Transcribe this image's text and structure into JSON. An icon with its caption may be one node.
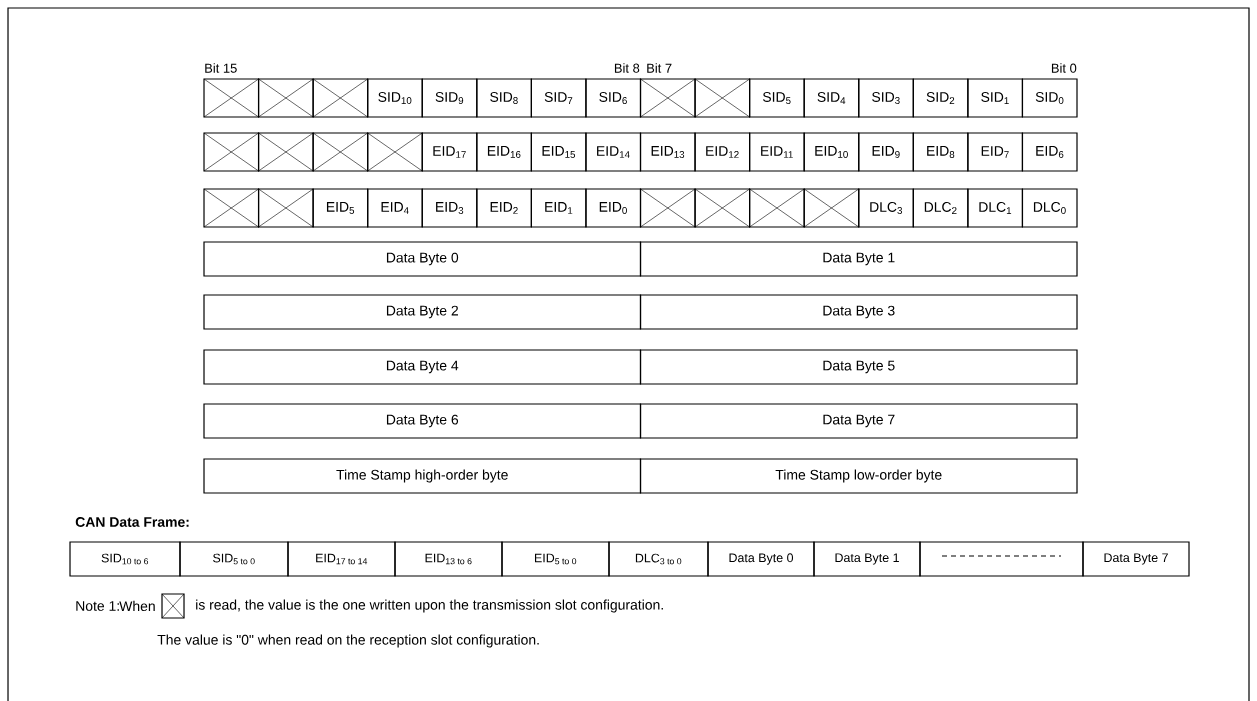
{
  "diagram": {
    "nodes": [
      {
        "text": [],
        "shape": "cross"
      },
      {
        "text": [],
        "shape": "cross"
      },
      {
        "text": [],
        "shape": "cross"
      },
      {
        "text": [
          "SID$_{10}$"
        ]
      },
      {
        "text": [
          "SID$_{9}$"
        ]
      },
      {
        "text": [
          "SID$_{8}$"
        ]
      },
      {
        "text": [
          "SID$_{7}$"
        ]
      },
      {
        "text": [
          "SID$_{6}$"
        ]
      },
      {
        "text": [],
        "shape": "cross"
      },
      {
        "text": [],
        "shape": "cross"
      },
      {
        "text": [
          "SID$_{5}$"
        ]
      },
      {
        "text": [
          "SID$_{4}$"
        ]
      },
      {
        "text": [
          "SID$_{3}$"
        ]
      },
      {
        "text": [
          "SID$_{2}$"
        ]
      },
      {
        "text": [
          "SID$_{1}$"
        ]
      },
      {
        "text": [
          "SID$_{0}$"
        ]
      },
      {
        "text": [],
        "shape": "cross"
      },
      {
        "text": [],
        "shape": "cross"
      },
      {
        "text": [],
        "shape": "cross"
      },
      {
        "text": [],
        "shape": "cross"
      },
      {
        "text": [
          "EID$_{17}$"
        ]
      },
      {
        "text": [
          "EID$_{16}$"
        ]
      },
      {
        "text": [
          "EID$_{15}$"
        ]
      },
      {
        "text": [
          "EID$_{14}$"
        ]
      },
      {
        "text": [
          "EID$_{13}$"
        ]
      },
      {
        "text": [
          "EID$_{12}$"
        ]
      },
      {
        "text": [
          "EID$_{11}$"
        ]
      },
      {
        "text": [
          "EID$_{10}$"
        ]
      },
      {
        "text": [
          "EID$_{9}$"
        ]
      },
      {
        "text": [
          "EID$_{8}$"
        ]
      },
      {
        "text": [
          "EID$_{7}$"
        ]
      },
      {
        "text": [
          "EID$_{6}$"
        ]
      },
      {
        "text": [],
        "shape": "cross"
      },
      {
        "text": [],
        "shape": "cross"
      },
      {
        "text": [
          "EID$_{5}$"
        ]
      },
      {
        "text": [
          "EID$_{4}$"
        ]
      },
      {
        "text": [
          "EID$_{3}$"
        ]
      },
      {
        "text": [
          "EID$_{2}$"
        ]
      },
      {
        "text": [
          "EID$_{1}$"
        ]
      },
      {
        "text": [
          "EID$_{0}$"
        ]
      },
      {
        "text": [],
        "shape": "cross"
      },
      {
        "text": [],
        "shape": "cross"
      },
      {
        "text": [],
        "shape": "cross"
      },
      {
        "text": [],
        "shape": "cross"
      },
      {
        "text": [
          "DLC$_{3}$"
        ]
      },
      {
        "text": [
          "DLC$_{2}$"
        ]
      },
      {
        "text": [
          "DLC$_{1}$"
        ]
      },
      {
        "text": [
          "DLC$_{0}$"
        ]
      },
      {
        "text": [
          "Data Byte 0"
        ]
      },
      {
        "text": [
          "Data Byte 1"
        ]
      },
      {
        "text": [
          "Data Byte 2"
        ]
      },
      {
        "text": [
          "Data Byte 3"
        ]
      },
      {
        "text": [
          "Data Byte 4"
        ]
      },
      {
        "text": [
          "Data Byte 5"
        ]
      },
      {
        "text": [
          "Data Byte 6"
        ]
      },
      {
        "text": [
          "Data Byte 7"
        ]
      },
      {
        "text": [
          "Time Stamp high-order byte"
        ]
      },
      {
        "text": [
          "Time Stamp low-order byte"
        ]
      },
      {
        "text": [
          "SID$_{10 to 6}$"
        ]
      },
      {
        "text": [
          "SID$_{5 to 0}$"
        ]
      },
      {
        "text": [
          "EID$_{17 to 14}$"
        ]
      },
      {
        "text": [
          "EID$_{13 to 6}$"
        ]
      },
      {
        "text": [
          "EID$_{5 to 0}$"
        ]
      },
      {
        "text": [
          "DLC$_{3 to 0}$"
        ]
      },
      {
        "text": [
          "Data Byte 0"
        ]
      },
      {
        "text": [
          "Data Byte 1"
        ]
      },
      {
        "text": [],
        "shape": "box"
      },
      {
        "text": [
          "Data Byte 7"
        ]
      }
    ],
    "labels": [
      "Bit 15",
      "Bit 8",
      "Bit 7",
      "Bit 0",
      "CAN Data Frame:",
      "Note 1:",
      "When",
      "is read, the value is the one written upon the transmission slot configuration.",
      "The value is \"0\" when read on the reception slot configuration."
    ]
  }
}
